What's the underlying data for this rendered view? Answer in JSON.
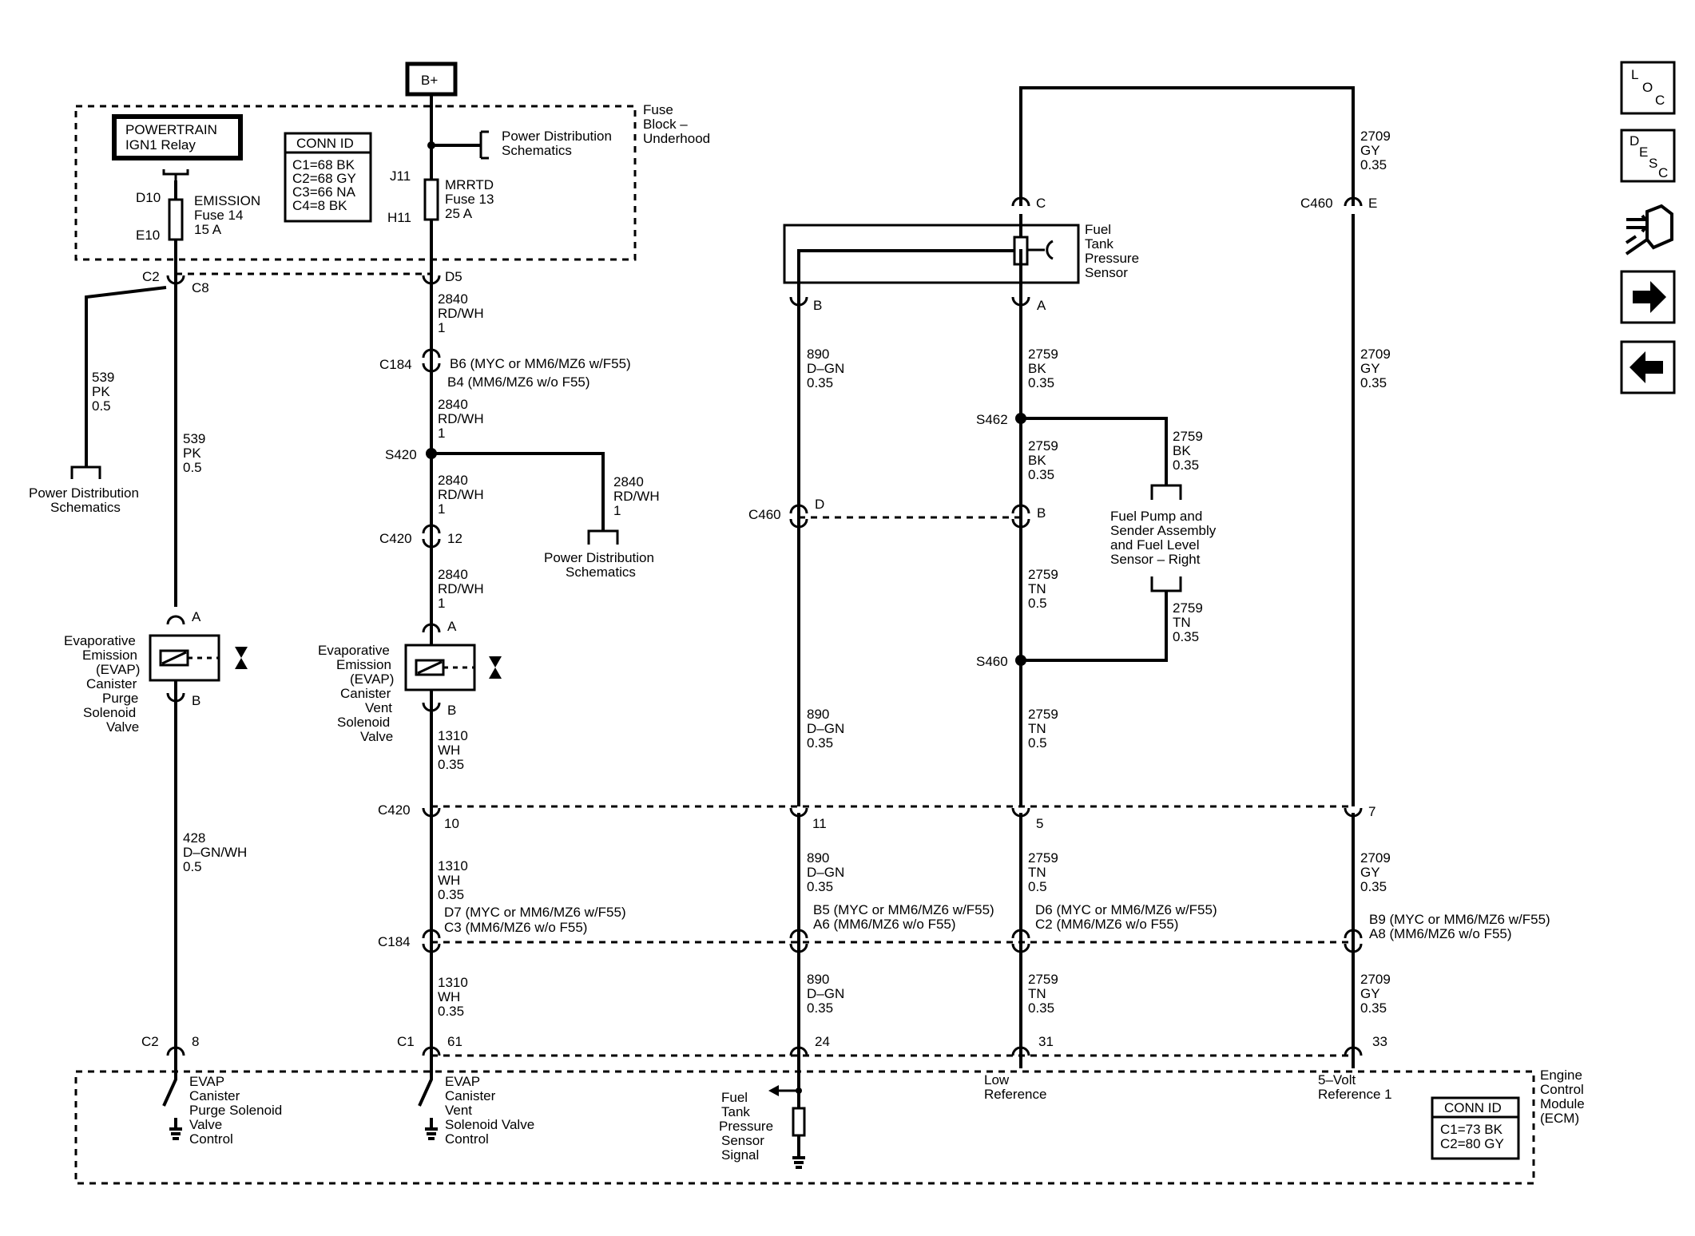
{
  "power": {
    "bplus": "B+"
  },
  "fuse_block": {
    "title": [
      "Fuse",
      "Block –",
      "Underhood"
    ],
    "relay": [
      "POWERTRAIN",
      "IGN1 Relay"
    ],
    "emission_fuse": [
      "EMISSION",
      "Fuse 14",
      "15 A"
    ],
    "mrrtd_fuse": [
      "MRRTD",
      "Fuse 13",
      "25 A"
    ],
    "pins": {
      "d10": "D10",
      "e10": "E10",
      "j11": "J11",
      "h11": "H11"
    },
    "conn_id": {
      "title": "CONN ID",
      "rows": [
        "C1=68 BK",
        "C2=68 GY",
        "C3=66 NA",
        "C4=8 BK"
      ]
    },
    "pds_ref": [
      "Power Distribution",
      "Schematics"
    ]
  },
  "pds_left": [
    "Power Distribution",
    "Schematics"
  ],
  "pds_mid": [
    "Power Distribution",
    "Schematics"
  ],
  "connectors": {
    "c2": "C2",
    "c8": "C8",
    "d5": "D5",
    "c184": "C184",
    "c184_b6": "B6 (MYC or MM6/MZ6 w/F55)",
    "c184_b4": "B4 (MM6/MZ6 w/o F55)",
    "s420": "S420",
    "c420": "C420",
    "c420_12": "12",
    "pin_a": "A",
    "pin_b": "B",
    "c460": "C460",
    "c460_c": "C",
    "c460_e": "E",
    "c460_d": "D",
    "c460_b": "B",
    "s462": "S462",
    "s460": "S460",
    "fts_b": "B",
    "fts_a": "A",
    "c420_10": "10",
    "c420_11": "11",
    "c420_5": "5",
    "c420_7": "7",
    "c184_d7": "D7 (MYC or MM6/MZ6 w/F55)",
    "c184_c3": "C3 (MM6/MZ6 w/o F55)",
    "c184_b5": "B5  (MYC or MM6/MZ6 w/F55)",
    "c184_a6": "A6  (MM6/MZ6 w/o F55)",
    "c184_d6": "D6  (MYC or MM6/MZ6 w/F55)",
    "c184_c2": "C2  (MM6/MZ6 w/o F55)",
    "c184_b9": "B9  (MYC or MM6/MZ6 w/F55)",
    "c184_a8": "A8  (MM6/MZ6 w/o F55)",
    "c2_8": "8",
    "c1": "C1",
    "c1_61": "61",
    "c1_24": "24",
    "c1_31": "31",
    "c1_33": "33"
  },
  "wires": {
    "w539_pds": [
      "539",
      "PK",
      "0.5"
    ],
    "w539": [
      "539",
      "PK",
      "0.5"
    ],
    "w2840_a": [
      "2840",
      "RD/WH",
      "1"
    ],
    "w2840_b": [
      "2840",
      "RD/WH",
      "1"
    ],
    "w2840_c": [
      "2840",
      "RD/WH",
      "1"
    ],
    "w2840_d": [
      "2840",
      "RD/WH",
      "1"
    ],
    "w2840_e": [
      "2840",
      "RD/WH",
      "1"
    ],
    "w428": [
      "428",
      "D–GN/WH",
      "0.5"
    ],
    "w1310_a": [
      "1310",
      "WH",
      "0.35"
    ],
    "w1310_b": [
      "1310",
      "WH",
      "0.35"
    ],
    "w1310_c": [
      "1310",
      "WH",
      "0.35"
    ],
    "w890_a": [
      "890",
      "D–GN",
      "0.35"
    ],
    "w890_b": [
      "890",
      "D–GN",
      "0.35"
    ],
    "w890_c": [
      "890",
      "D–GN",
      "0.35"
    ],
    "w890_d": [
      "890",
      "D–GN",
      "0.35"
    ],
    "w2759_a": [
      "2759",
      "BK",
      "0.35"
    ],
    "w2759_b": [
      "2759",
      "BK",
      "0.35"
    ],
    "w2759_c": [
      "2759",
      "BK",
      "0.35"
    ],
    "w2759_d": [
      "2759",
      "TN",
      "0.5"
    ],
    "w2759_e": [
      "2759",
      "TN",
      "0.35"
    ],
    "w2759_f": [
      "2759",
      "TN",
      "0.5"
    ],
    "w2759_g": [
      "2759",
      "TN",
      "0.5"
    ],
    "w2759_h": [
      "2759",
      "TN",
      "0.35"
    ],
    "w2709_a": [
      "2709",
      "GY",
      "0.35"
    ],
    "w2709_b": [
      "2709",
      "GY",
      "0.35"
    ],
    "w2709_c": [
      "2709",
      "GY",
      "0.35"
    ],
    "w2709_d": [
      "2709",
      "GY",
      "0.35"
    ]
  },
  "components": {
    "purge": [
      "Evaporative",
      "Emission",
      "(EVAP)",
      "Canister",
      "Purge",
      "Solenoid",
      "Valve"
    ],
    "vent": [
      "Evaporative",
      "Emission",
      "(EVAP)",
      "Canister",
      "Vent",
      "Solenoid",
      "Valve"
    ],
    "ftps": [
      "Fuel",
      "Tank",
      "Pressure",
      "Sensor"
    ],
    "pump": [
      "Fuel Pump and",
      "Sender Assembly",
      "and Fuel Level",
      "Sensor – Right"
    ]
  },
  "ecm": {
    "title": [
      "Engine",
      "Control",
      "Module",
      "(ECM)"
    ],
    "purge_ctrl": [
      "EVAP",
      "Canister",
      "Purge Solenoid",
      "Valve",
      "Control"
    ],
    "vent_ctrl": [
      "EVAP",
      "Canister",
      "Vent",
      "Solenoid Valve",
      "Control"
    ],
    "signal": [
      "Fuel",
      "Tank",
      "Pressure",
      "Sensor",
      "Signal"
    ],
    "low_ref": [
      "Low",
      "Reference"
    ],
    "ref5v": [
      "5–Volt",
      "Reference 1"
    ],
    "conn_id": {
      "title": "CONN ID",
      "rows": [
        "C1=73 BK",
        "C2=80 GY"
      ]
    }
  },
  "nav": {
    "loc": [
      "L",
      "O",
      "C"
    ],
    "desc": [
      "D",
      "E",
      "S",
      "C"
    ]
  }
}
